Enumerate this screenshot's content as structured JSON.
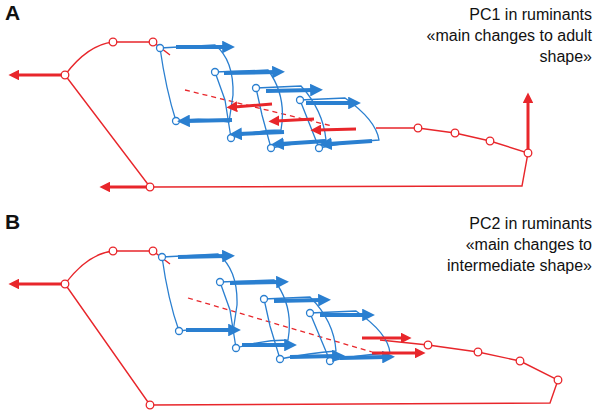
{
  "diagram": {
    "labels": [
      "A",
      "PC1 in ruminants «main changes to adult shape»",
      "B",
      "PC2 in ruminants «main changes to intermediate shape»"
    ]
  }
}
